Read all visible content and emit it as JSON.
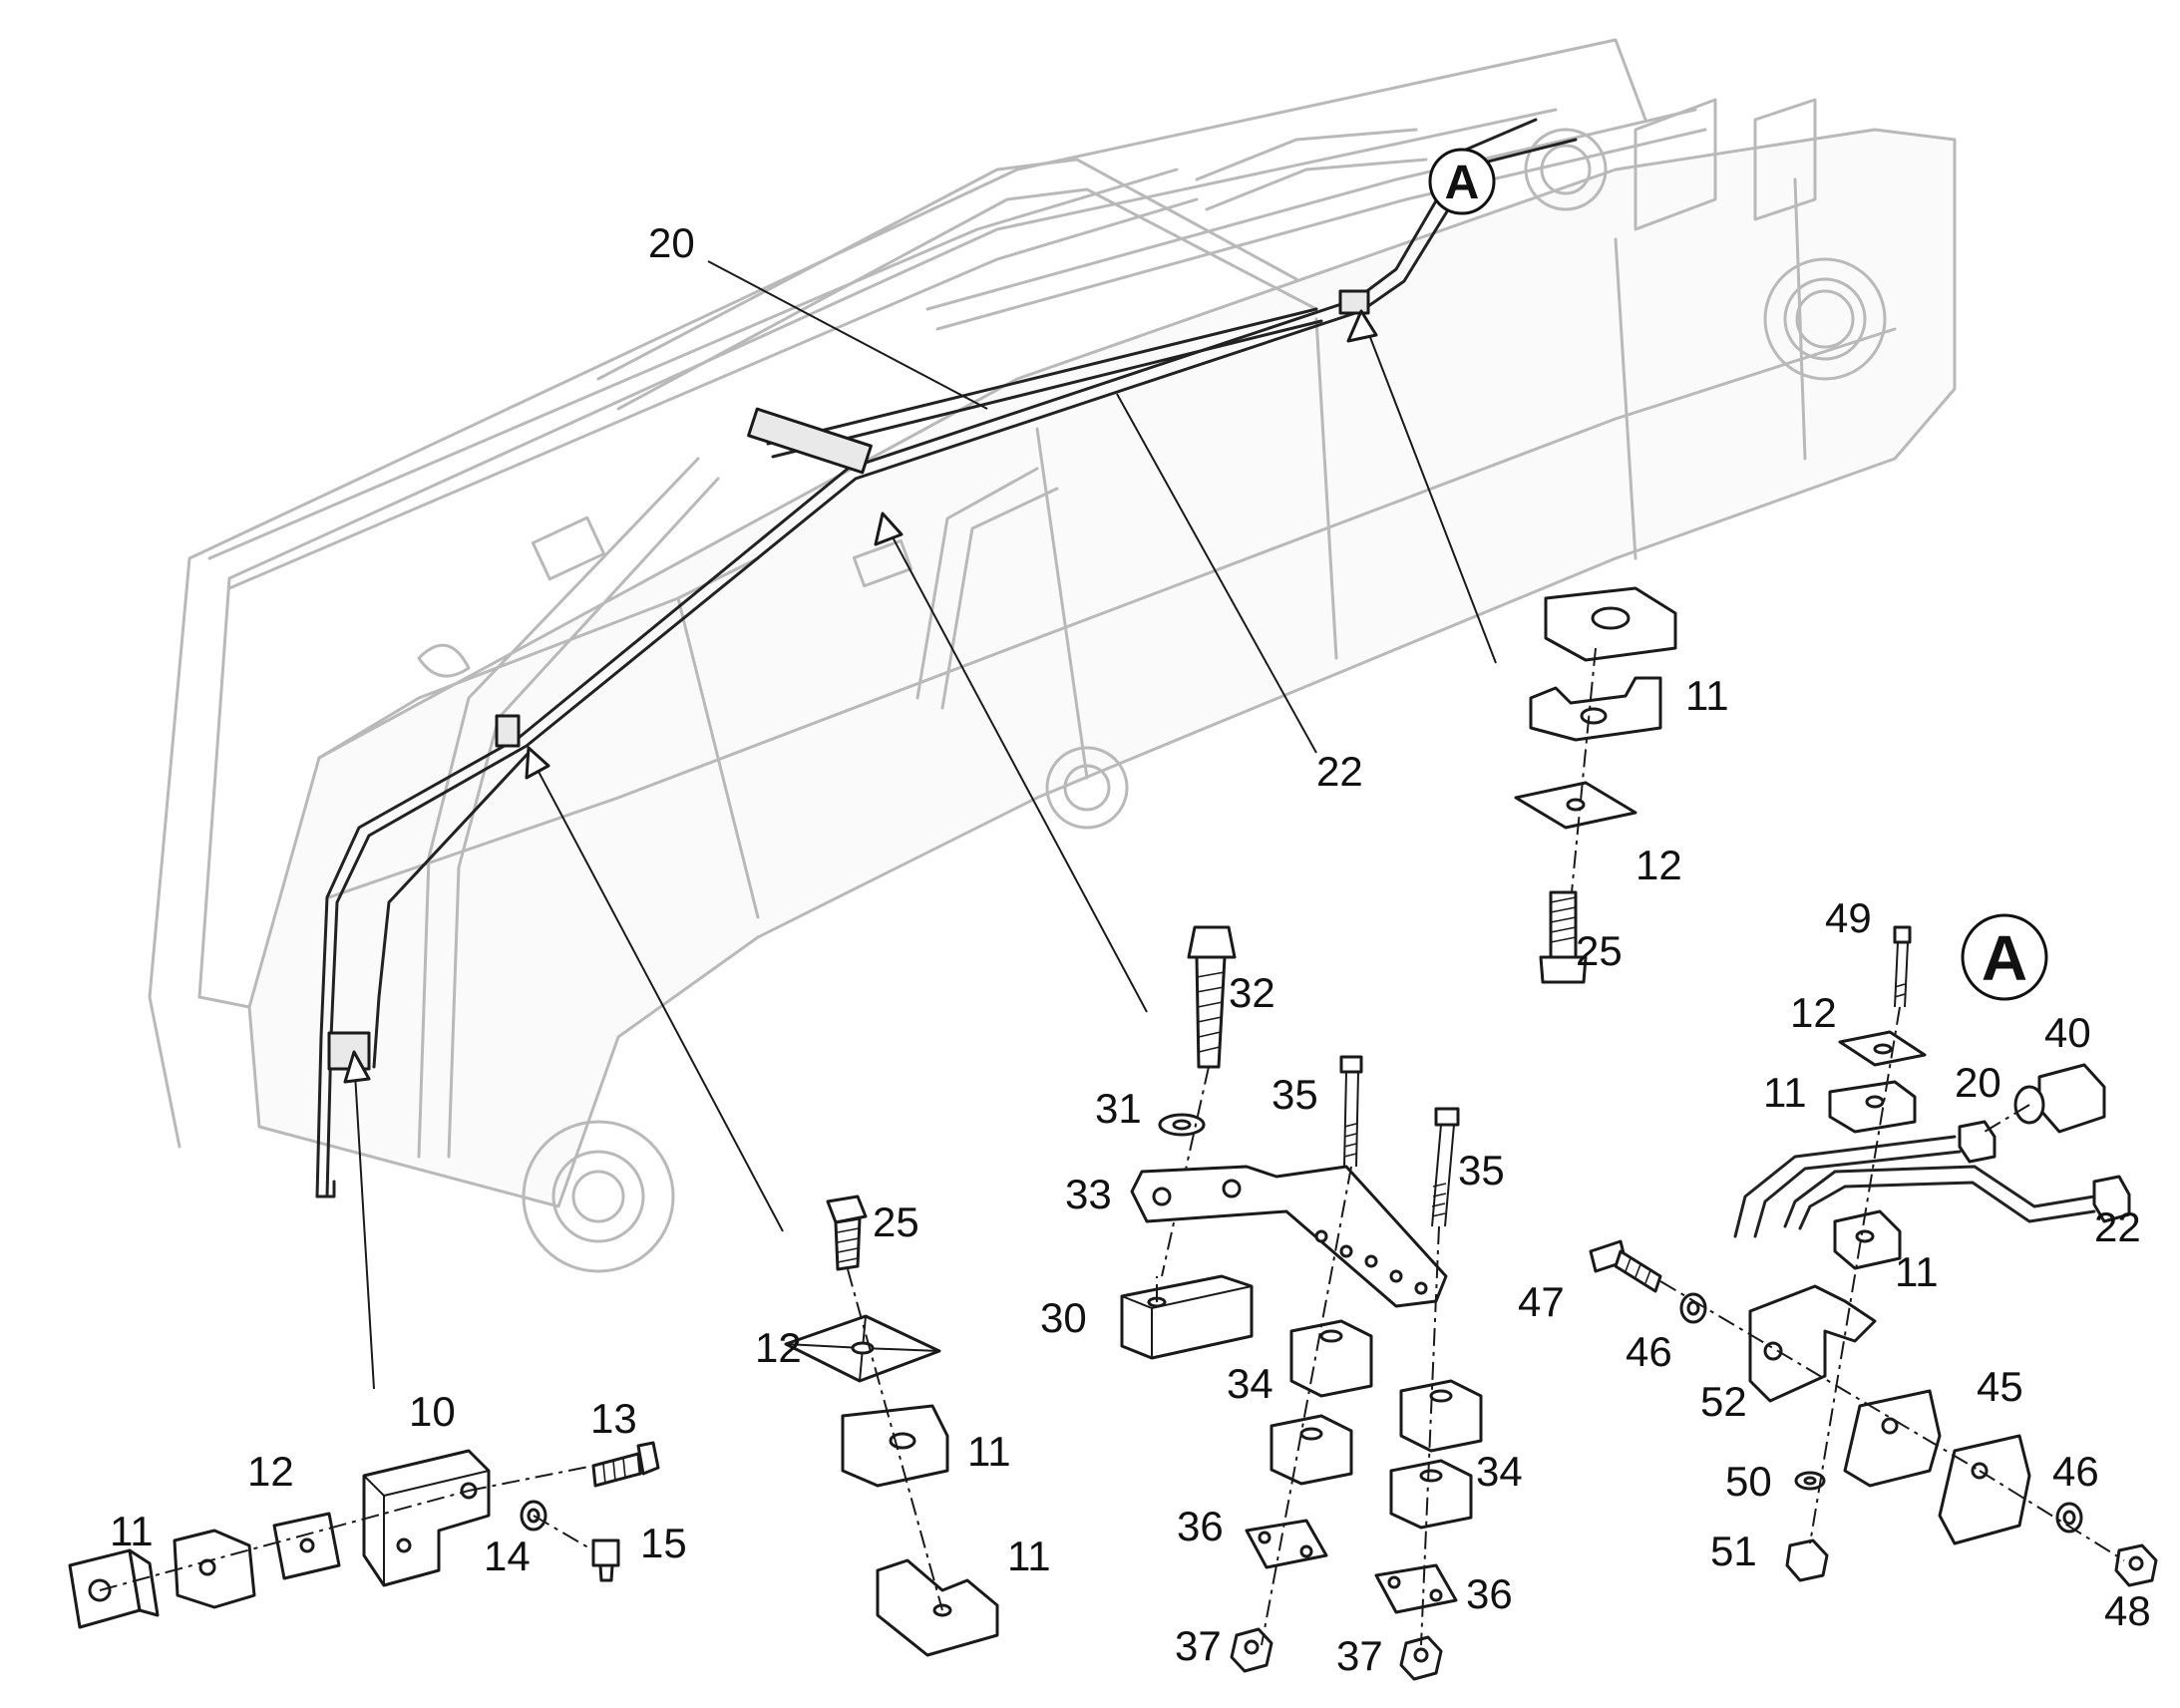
{
  "detail_marker": "A",
  "callouts": [
    {
      "id": "c20-top",
      "text": "20"
    },
    {
      "id": "c22-top",
      "text": "22"
    },
    {
      "id": "c11-clamp-right",
      "text": "11"
    },
    {
      "id": "c12-plate-right",
      "text": "12"
    },
    {
      "id": "c25-bolt-right",
      "text": "25"
    },
    {
      "id": "c32-bolt",
      "text": "32"
    },
    {
      "id": "c31-washer",
      "text": "31"
    },
    {
      "id": "c35-bolt-a",
      "text": "35"
    },
    {
      "id": "c35-bolt-b",
      "text": "35"
    },
    {
      "id": "c33-bracket",
      "text": "33"
    },
    {
      "id": "c30-spacer",
      "text": "30"
    },
    {
      "id": "c34-clamp-a",
      "text": "34"
    },
    {
      "id": "c34-clamp-b",
      "text": "34"
    },
    {
      "id": "c36-plate-a",
      "text": "36"
    },
    {
      "id": "c36-plate-b",
      "text": "36"
    },
    {
      "id": "c37-nut-a",
      "text": "37"
    },
    {
      "id": "c37-nut-b",
      "text": "37"
    },
    {
      "id": "c25-bolt-mid",
      "text": "25"
    },
    {
      "id": "c12-plate-mid",
      "text": "12"
    },
    {
      "id": "c11-clamp-mid-a",
      "text": "11"
    },
    {
      "id": "c11-clamp-mid-b",
      "text": "11"
    },
    {
      "id": "c10-bracket",
      "text": "10"
    },
    {
      "id": "c12-plate-left",
      "text": "12"
    },
    {
      "id": "c11-clamp-left",
      "text": "11"
    },
    {
      "id": "c13-bolt",
      "text": "13"
    },
    {
      "id": "c14-washer",
      "text": "14"
    },
    {
      "id": "c15-bolt",
      "text": "15"
    },
    {
      "id": "c49-bolt",
      "text": "49"
    },
    {
      "id": "c12-plate-a",
      "text": "12"
    },
    {
      "id": "c11-clamp-a-top",
      "text": "11"
    },
    {
      "id": "c40-plug",
      "text": "40"
    },
    {
      "id": "c20-pipe",
      "text": "20"
    },
    {
      "id": "c22-pipe",
      "text": "22"
    },
    {
      "id": "c11-clamp-a-bottom",
      "text": "11"
    },
    {
      "id": "c47-bolt",
      "text": "47"
    },
    {
      "id": "c46-washer-a",
      "text": "46"
    },
    {
      "id": "c52-bracket",
      "text": "52"
    },
    {
      "id": "c45-plate",
      "text": "45"
    },
    {
      "id": "c46-washer-b",
      "text": "46"
    },
    {
      "id": "c50-washer",
      "text": "50"
    },
    {
      "id": "c51-nut",
      "text": "51"
    },
    {
      "id": "c48-nut",
      "text": "48"
    }
  ]
}
